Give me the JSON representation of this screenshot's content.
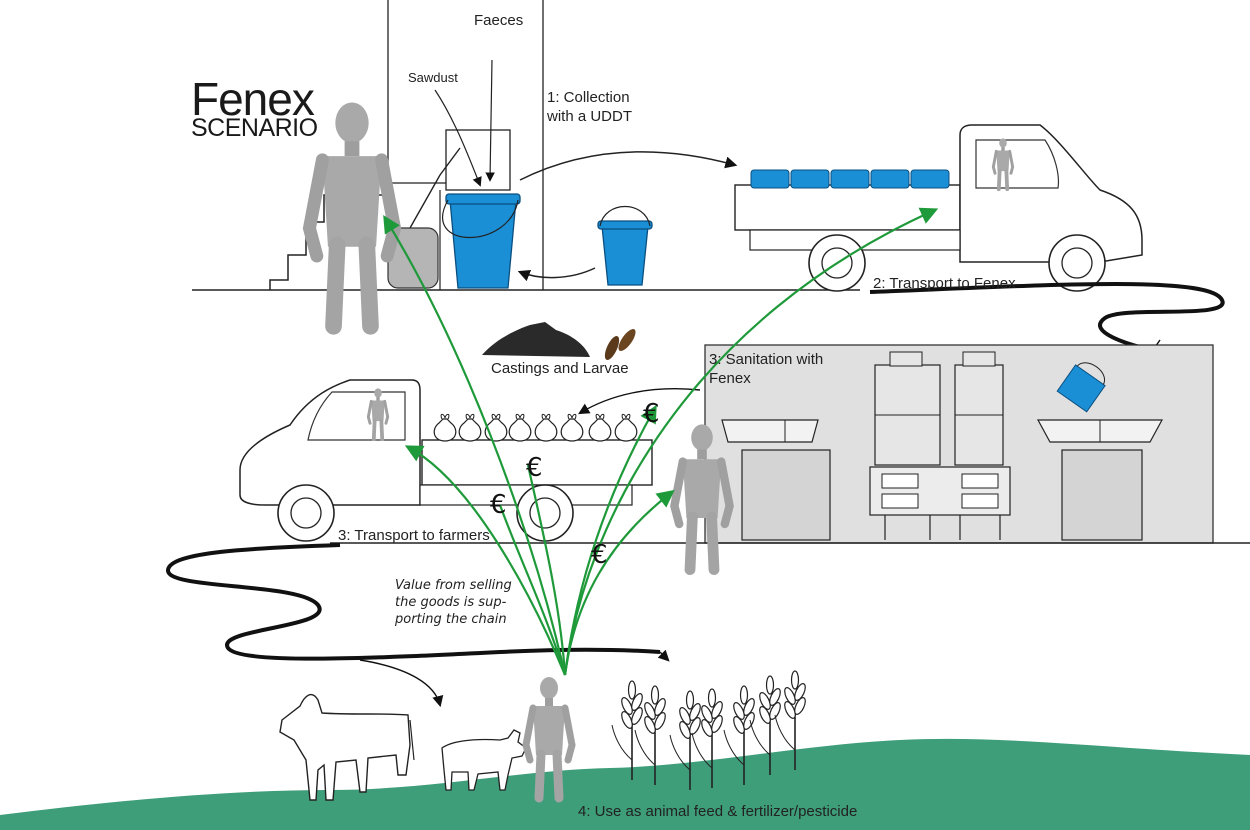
{
  "title": {
    "main": "Fenex",
    "sub": "SCENARIO"
  },
  "labels": {
    "faeces": "Faeces",
    "sawdust": "Sawdust",
    "collection": "1: Collection\nwith a UDDT",
    "transport_fenex": "2: Transport to Fenex",
    "castings": "Castings and Larvae",
    "sanitation": "3: Sanitation with\nFenex",
    "transport_farmers": "3: Transport to farmers",
    "value_note": "Value from selling\nthe goods is sup-\nporting the chain",
    "use": "4: Use as animal feed & fertilizer/pesticide"
  },
  "currency_symbol": "€",
  "colors": {
    "bucket_blue": "#1a8fd6",
    "money_arrow_green": "#1f9a3a",
    "ground_green": "#3e9e7a",
    "fenex_bg": "#e0e0e0",
    "figure_gray": "#a9a9a9"
  }
}
